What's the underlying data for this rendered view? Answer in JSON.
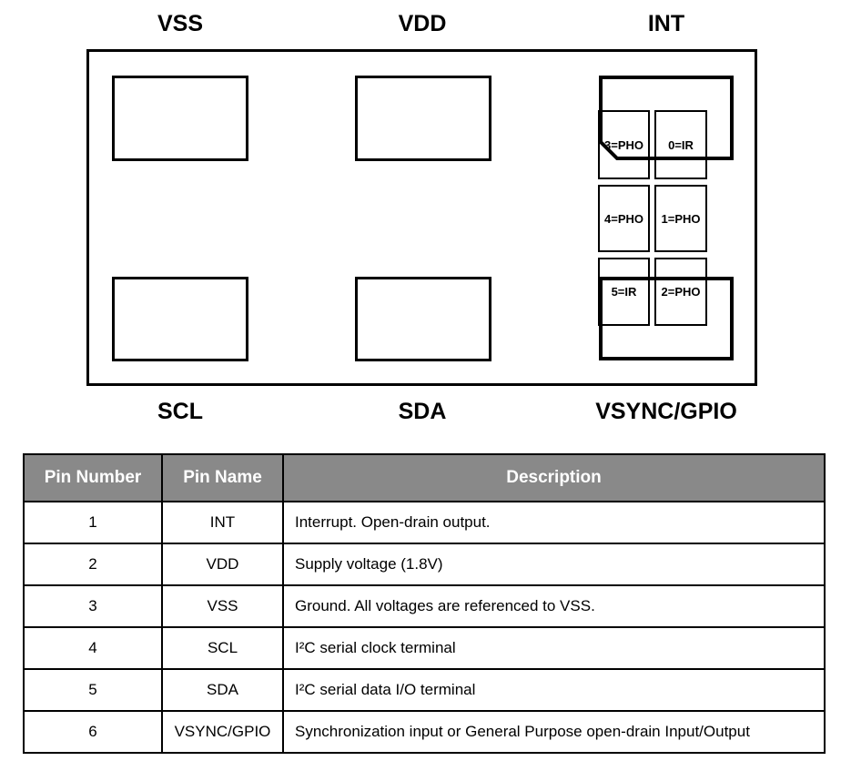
{
  "diagram": {
    "top_labels": [
      "VSS",
      "VDD",
      "INT"
    ],
    "bottom_labels": [
      "SCL",
      "SDA",
      "VSYNC/GPIO"
    ],
    "cells": [
      "3=PHO",
      "0=IR",
      "4=PHO",
      "1=PHO",
      "5=IR",
      "2=PHO"
    ]
  },
  "table": {
    "headers": [
      "Pin Number",
      "Pin Name",
      "Description"
    ],
    "rows": [
      {
        "number": "1",
        "name": "INT",
        "description": "Interrupt. Open-drain output."
      },
      {
        "number": "2",
        "name": "VDD",
        "description": "Supply voltage (1.8V)"
      },
      {
        "number": "3",
        "name": "VSS",
        "description": "Ground. All voltages are referenced to VSS."
      },
      {
        "number": "4",
        "name": "SCL",
        "description": "I²C serial clock terminal"
      },
      {
        "number": "5",
        "name": "SDA",
        "description": "I²C serial data I/O terminal"
      },
      {
        "number": "6",
        "name": "VSYNC/GPIO",
        "description": "Synchronization input or General Purpose open-drain Input/Output"
      }
    ]
  },
  "colors": {
    "table_header_bg": "#898989",
    "table_header_text": "#ffffff",
    "line_color": "#000000"
  }
}
